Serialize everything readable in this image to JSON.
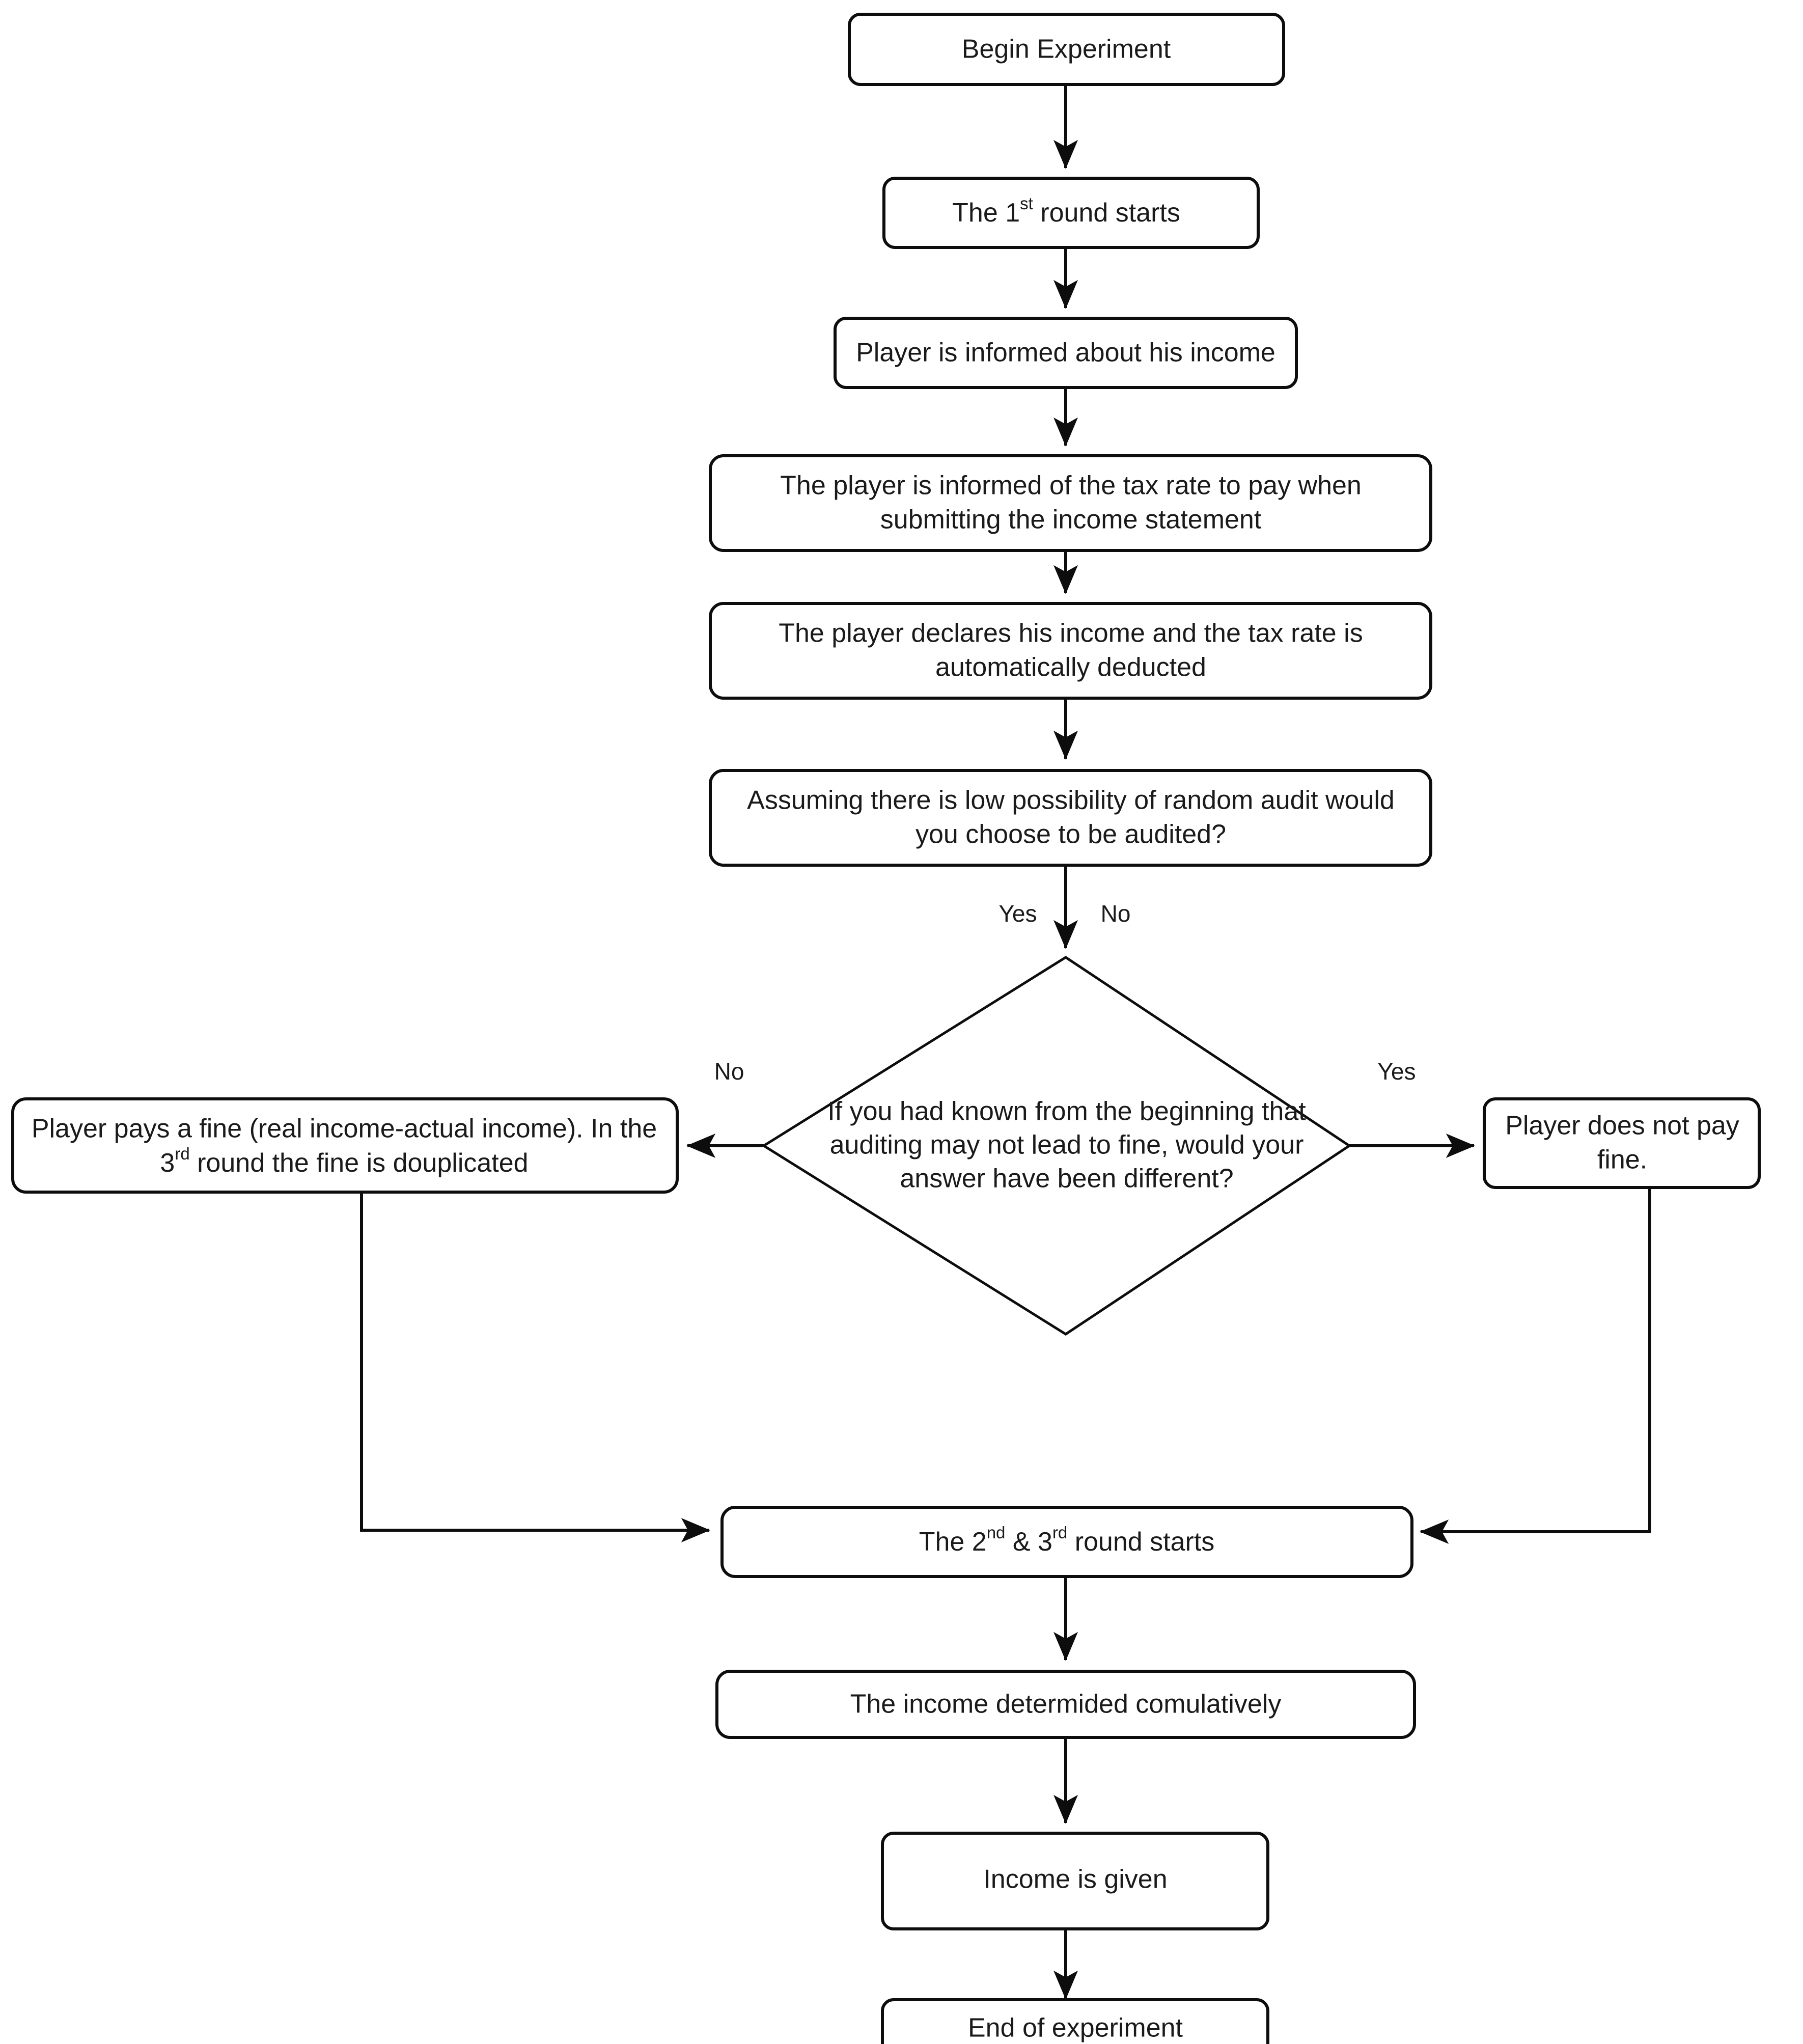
{
  "diagram": {
    "type": "flowchart",
    "title": "Tax audit experiment flowchart",
    "orientation": "top-to-bottom",
    "background_color": "#ffffff",
    "line_color": "#0d0d0d",
    "text_color": "#1a1a1a",
    "nodes": [
      {
        "id": "begin",
        "shape": "rounded-rectangle",
        "label": "Begin Experiment",
        "lines": [
          "Begin Experiment"
        ]
      },
      {
        "id": "round1",
        "shape": "rounded-rectangle",
        "label": "The 1st round starts",
        "lines": [
          "The 1st round starts"
        ],
        "prefix": "The 1",
        "superscript": "st",
        "suffix": " round starts"
      },
      {
        "id": "informed-income",
        "shape": "rounded-rectangle",
        "label": "Player is informed about his income",
        "lines": [
          "Player is informed about his income"
        ]
      },
      {
        "id": "informed-tax",
        "shape": "rounded-rectangle",
        "label": "The player is informed of the tax rate to pay when submitting the income statement",
        "lines": [
          "The player is informed of the tax rate to pay when",
          "submitting the income statement"
        ]
      },
      {
        "id": "declare-income",
        "shape": "rounded-rectangle",
        "label": "The player declares his income and the tax rate is automatically deducted",
        "lines": [
          "The player declares his income and the tax rate is",
          "automatically deducted"
        ]
      },
      {
        "id": "audit-question",
        "shape": "rounded-rectangle",
        "label": "Assuming there is low possibility of random audit would you choose to be audited?",
        "lines": [
          "Assuming there is low possibility of random audit would",
          "you choose to be audited?"
        ]
      },
      {
        "id": "decision-known",
        "shape": "diamond",
        "label": "If you had known from the beginning that auditing may not lead to fine, would your answer have been different?",
        "lines": [
          "If you had known from the beginning that",
          "auditing may not lead to fine, would your",
          "answer have been different?"
        ]
      },
      {
        "id": "pays-fine",
        "shape": "rounded-rectangle",
        "label": "Player pays a fine (real income-actual income). In the 3rd round the fine is douplicated",
        "lines": [
          "Player pays a fine (real income-actual income). In the",
          "3rd round the fine is douplicated"
        ],
        "line2_prefix": "3",
        "line2_superscript": "rd",
        "line2_suffix": " round the fine is douplicated"
      },
      {
        "id": "no-fine",
        "shape": "rounded-rectangle",
        "label": "Player does not pay fine.",
        "lines": [
          "Player does not pay",
          "fine."
        ]
      },
      {
        "id": "rounds23",
        "shape": "rounded-rectangle",
        "label": "The 2nd & 3rd round starts",
        "lines": [
          "The 2nd & 3rd round starts"
        ],
        "prefix": "The 2",
        "superscript": "nd",
        "mid": " & 3",
        "superscript2": "rd",
        "suffix": " round starts"
      },
      {
        "id": "income-cumulative",
        "shape": "rounded-rectangle",
        "label": "The income determided comulatively",
        "lines": [
          "The income determided comulatively"
        ]
      },
      {
        "id": "income-given",
        "shape": "rounded-rectangle",
        "label": "Income is given",
        "lines": [
          "Income is given"
        ]
      },
      {
        "id": "end",
        "shape": "rounded-rectangle",
        "label": "End of experiment",
        "lines": [
          "End of experiment"
        ]
      }
    ],
    "edge_labels": {
      "audit_yes": "Yes",
      "audit_no": "No",
      "decision_no": "No",
      "decision_yes": "Yes"
    },
    "edges": [
      {
        "from": "begin",
        "to": "round1",
        "label": ""
      },
      {
        "from": "round1",
        "to": "informed-income",
        "label": ""
      },
      {
        "from": "informed-income",
        "to": "informed-tax",
        "label": ""
      },
      {
        "from": "informed-tax",
        "to": "declare-income",
        "label": ""
      },
      {
        "from": "declare-income",
        "to": "audit-question",
        "label": ""
      },
      {
        "from": "audit-question",
        "to": "decision-known",
        "label": "Yes / No"
      },
      {
        "from": "decision-known",
        "to": "pays-fine",
        "label": "No"
      },
      {
        "from": "decision-known",
        "to": "no-fine",
        "label": "Yes"
      },
      {
        "from": "pays-fine",
        "to": "rounds23",
        "label": ""
      },
      {
        "from": "no-fine",
        "to": "rounds23",
        "label": ""
      },
      {
        "from": "rounds23",
        "to": "income-cumulative",
        "label": ""
      },
      {
        "from": "income-cumulative",
        "to": "income-given",
        "label": ""
      },
      {
        "from": "income-given",
        "to": "end",
        "label": ""
      }
    ]
  }
}
